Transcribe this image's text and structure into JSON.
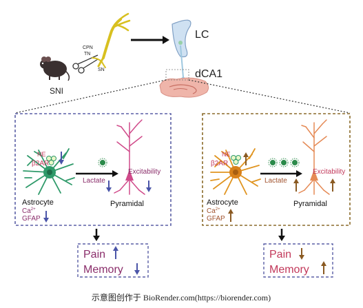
{
  "top": {
    "sni_label": "SNI",
    "nerve_labels": [
      "CPN",
      "TN"
    ],
    "sn_label": "SN",
    "lc_label": "LC",
    "dca1_label": "dCA1"
  },
  "left_panel": {
    "ne": "NE",
    "b2ar_main": "β2AR",
    "lactate": "Lactate",
    "excitability": "Excitability",
    "astrocyte": "Astrocyte",
    "ca": "Ca",
    "ca_sup": "2+",
    "gfap": "GFAP",
    "pyramidal": "Pyramidal"
  },
  "right_panel": {
    "ne": "NE",
    "b2ar_main": "β2AR",
    "lactate": "Lactate",
    "excitability": "Excitability",
    "astrocyte": "Astrocyte",
    "ca": "Ca",
    "ca_sup": "2+",
    "gfap": "GFAP",
    "pyramidal": "Pyramidal"
  },
  "outcomes_left": {
    "pain": "Pain",
    "memory": "Memory"
  },
  "outcomes_right": {
    "pain": "Pain",
    "memory": "Memory"
  },
  "caption": "示意图创作于 BioRender.com(https://biorender.com)",
  "colors": {
    "left_border": "#5a5fa5",
    "right_border": "#8a6a2a",
    "arrow_blue": "#4a54a8",
    "arrow_brown": "#8a5a22",
    "astro_green": "#2f9a6a",
    "astro_orange": "#e0941f",
    "pyramidal_pink": "#d04a8a",
    "pyramidal_orange": "#e58a55",
    "label_red": "#c2385a",
    "label_brown": "#a0522d",
    "label_purple": "#8a2d6a"
  }
}
